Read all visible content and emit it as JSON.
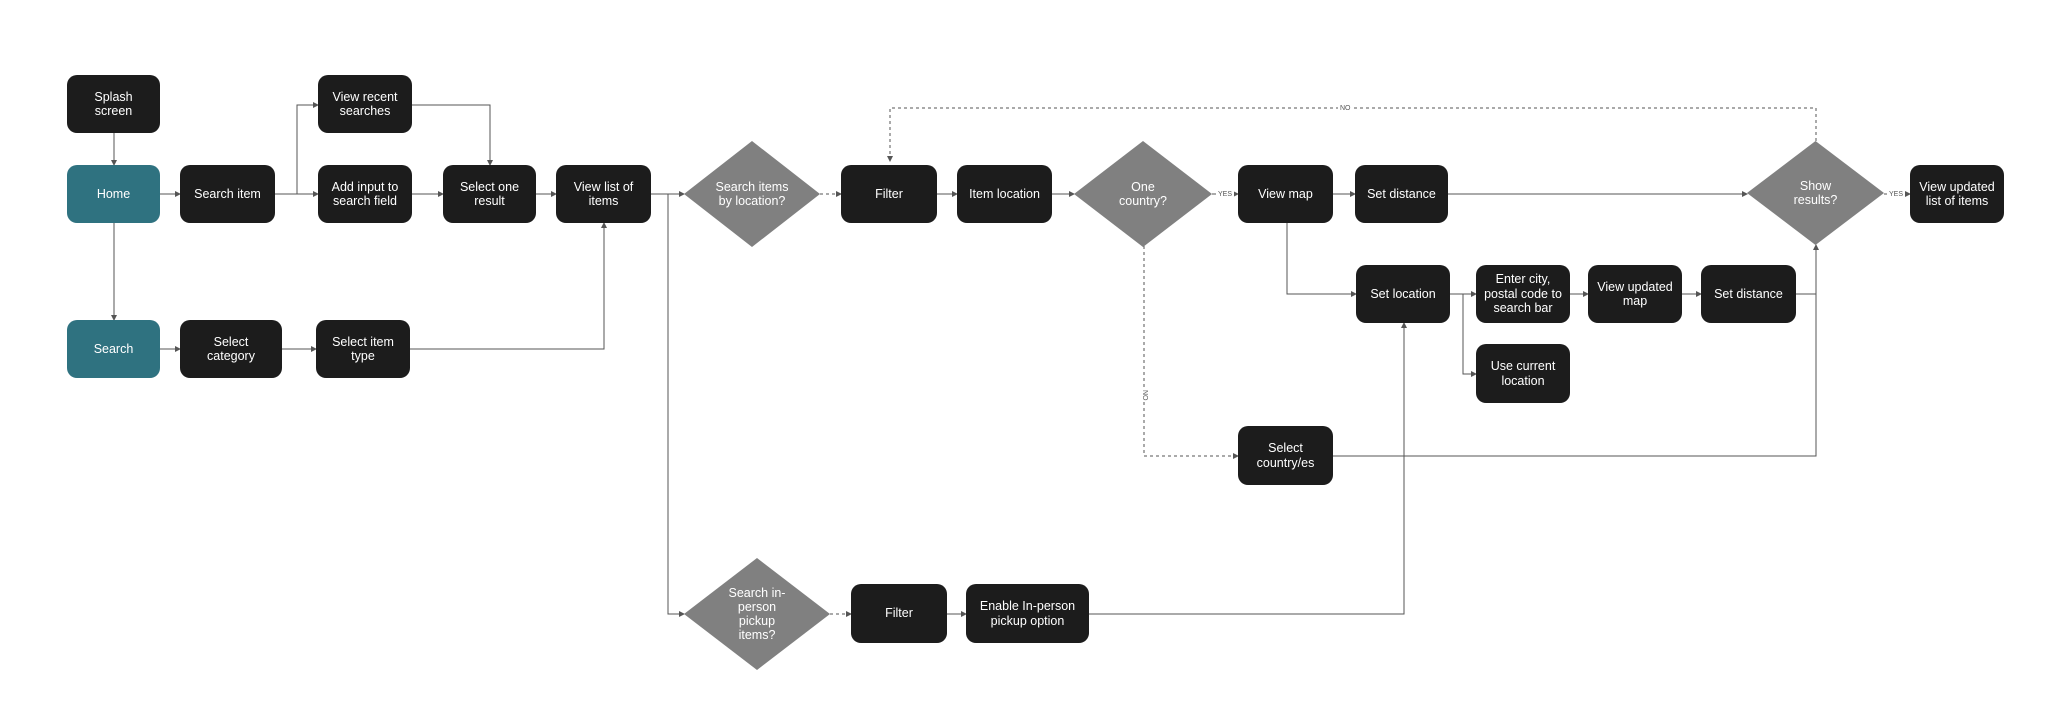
{
  "nodes": {
    "splash": "Splash screen",
    "home": "Home",
    "search_item": "Search item",
    "view_recent": "View recent searches",
    "add_input": "Add input to search field",
    "select_one": "Select one result",
    "view_list": "View list of items",
    "search": "Search",
    "select_category": "Select category",
    "select_item_type": "Select item type",
    "search_by_location": "Search items by location?",
    "filter_top": "Filter",
    "item_location": "Item location",
    "one_country": "One country?",
    "view_map": "View map",
    "set_distance_top": "Set distance",
    "show_results": "Show results?",
    "view_updated_list": "View updated list of  items",
    "set_location": "Set location",
    "enter_city": "Enter city, postal code to search bar",
    "view_updated_map": "View updated map",
    "set_distance_mid": "Set distance",
    "use_current": "Use current location",
    "select_country": "Select country/es",
    "search_inperson": "Search in-person pickup items?",
    "filter_bottom": "Filter",
    "enable_inperson": "Enable In-person pickup option"
  },
  "edge_labels": {
    "no_top": "NO",
    "yes_one_country": "YES",
    "no_one_country": "NO",
    "yes_show": "YES"
  },
  "colors": {
    "box": "#1c1c1c",
    "teal": "#2f7280",
    "diamond": "#808080",
    "line": "#555555"
  }
}
